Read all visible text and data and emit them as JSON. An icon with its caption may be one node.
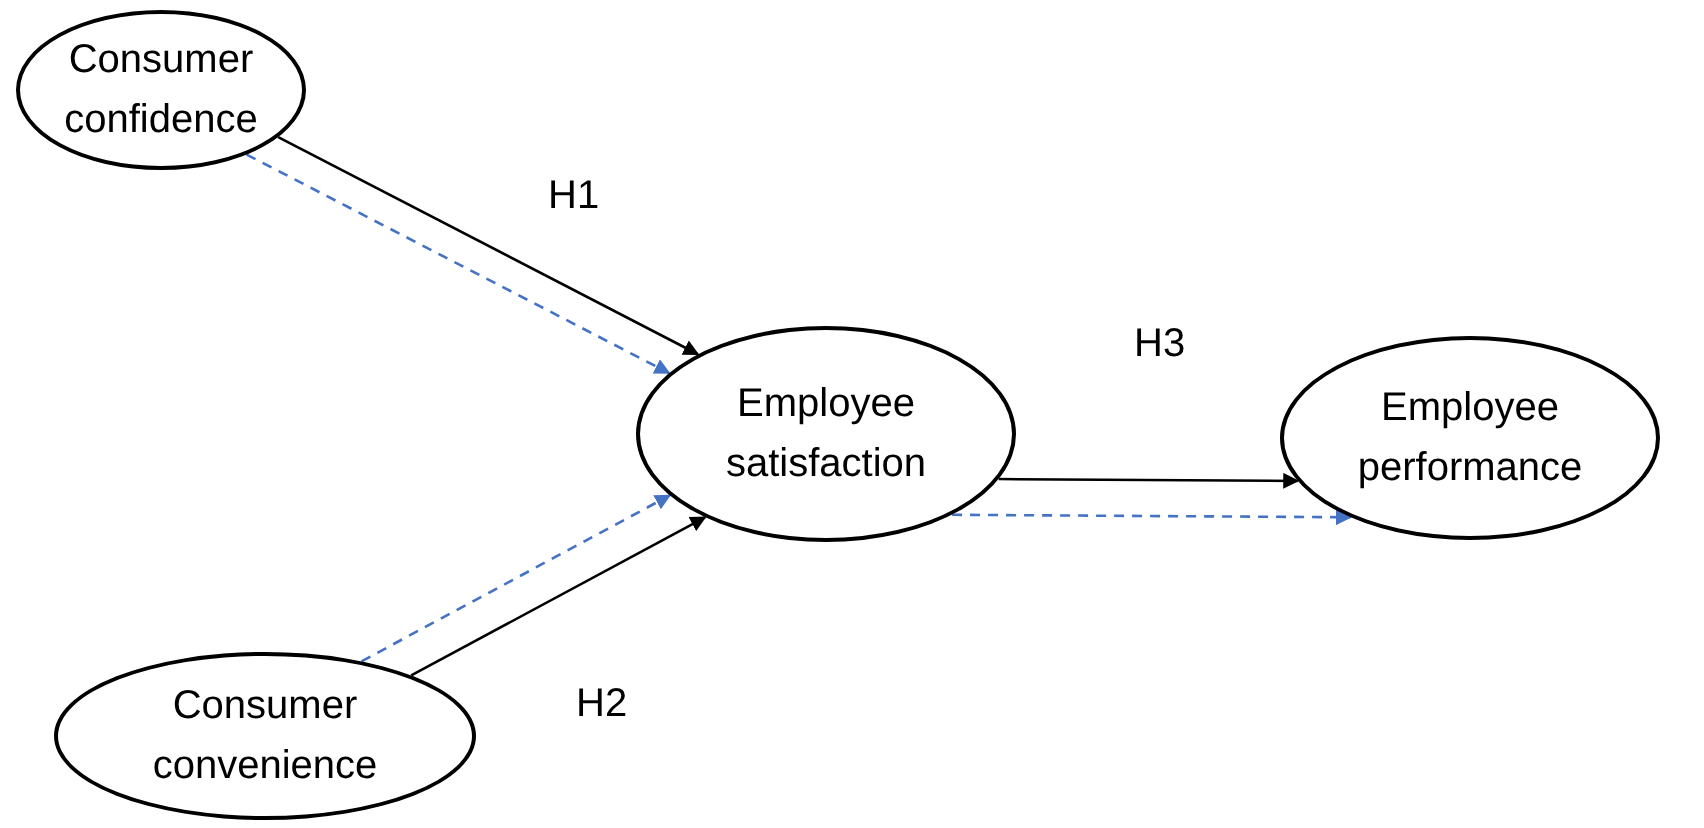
{
  "diagram": {
    "nodes": [
      {
        "text": [
          "Consumer confidence"
        ]
      },
      {
        "text": [
          "Consumer convenience"
        ]
      },
      {
        "text": [
          "Employee satisfaction"
        ]
      },
      {
        "text": [
          "Employee performance"
        ]
      }
    ],
    "edges": [
      {
        "from": 0,
        "to": 2,
        "arrow": "to",
        "label": "H1"
      },
      {
        "from": 0,
        "to": 2,
        "arrow": "to",
        "style": "dashed",
        "color": "#4472c4"
      },
      {
        "from": 1,
        "to": 2,
        "arrow": "to",
        "style": "dashed",
        "color": "#4472c4"
      },
      {
        "from": 1,
        "to": 2,
        "arrow": "to",
        "label": "H2"
      },
      {
        "from": 2,
        "to": 3,
        "arrow": "to",
        "label": "H3"
      },
      {
        "from": 2,
        "to": 3,
        "arrow": "to",
        "style": "dashed",
        "color": "#4472c4"
      }
    ]
  }
}
